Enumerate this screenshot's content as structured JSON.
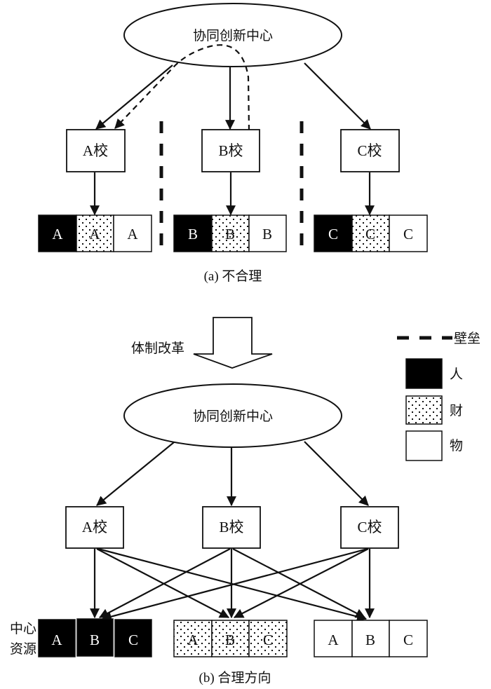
{
  "colors": {
    "stroke": "#111111",
    "person_fill": "#000000",
    "money_fill": "#ffffff",
    "money_dot": "#111111",
    "goods_fill": "#ffffff",
    "background": "#ffffff"
  },
  "part_a": {
    "center_label": "协同创新中心",
    "schools": [
      {
        "label": "A校",
        "cells": [
          "A",
          "A",
          "A"
        ]
      },
      {
        "label": "B校",
        "cells": [
          "B",
          "B",
          "B"
        ]
      },
      {
        "label": "C校",
        "cells": [
          "C",
          "C",
          "C"
        ]
      }
    ],
    "caption": "(a)  不合理"
  },
  "transition": {
    "label": "体制改革"
  },
  "legend": {
    "barrier": "壁垒",
    "person": "人",
    "money": "财",
    "goods": "物"
  },
  "part_b": {
    "center_label": "协同创新中心",
    "schools": [
      {
        "label": "A校"
      },
      {
        "label": "B校"
      },
      {
        "label": "C校"
      }
    ],
    "resource_label_line1": "中心",
    "resource_label_line2": "资源",
    "resource_groups": [
      {
        "type": "person",
        "cells": [
          "A",
          "B",
          "C"
        ]
      },
      {
        "type": "money",
        "cells": [
          "A",
          "B",
          "C"
        ]
      },
      {
        "type": "goods",
        "cells": [
          "A",
          "B",
          "C"
        ]
      }
    ],
    "caption": "(b)  合理方向"
  }
}
